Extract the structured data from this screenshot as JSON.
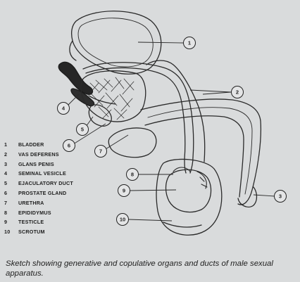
{
  "legend": [
    {
      "num": "1",
      "label": "BLADDER"
    },
    {
      "num": "2",
      "label": "VAS DEFERENS"
    },
    {
      "num": "3",
      "label": "GLANS PENIS"
    },
    {
      "num": "4",
      "label": "SEMINAL VESICLE"
    },
    {
      "num": "5",
      "label": "EJACULATORY DUCT"
    },
    {
      "num": "6",
      "label": "PROSTATE GLAND"
    },
    {
      "num": "7",
      "label": "URETHRA"
    },
    {
      "num": "8",
      "label": "EPIDIDYMUS"
    },
    {
      "num": "9",
      "label": "TESTICLE"
    },
    {
      "num": "10",
      "label": "SCROTUM"
    }
  ],
  "callouts": [
    "1",
    "2",
    "3",
    "4",
    "5",
    "6",
    "7",
    "8",
    "9",
    "10"
  ],
  "caption": "Sketch showing generative and copulative organs and ducts of male sexual apparatus."
}
